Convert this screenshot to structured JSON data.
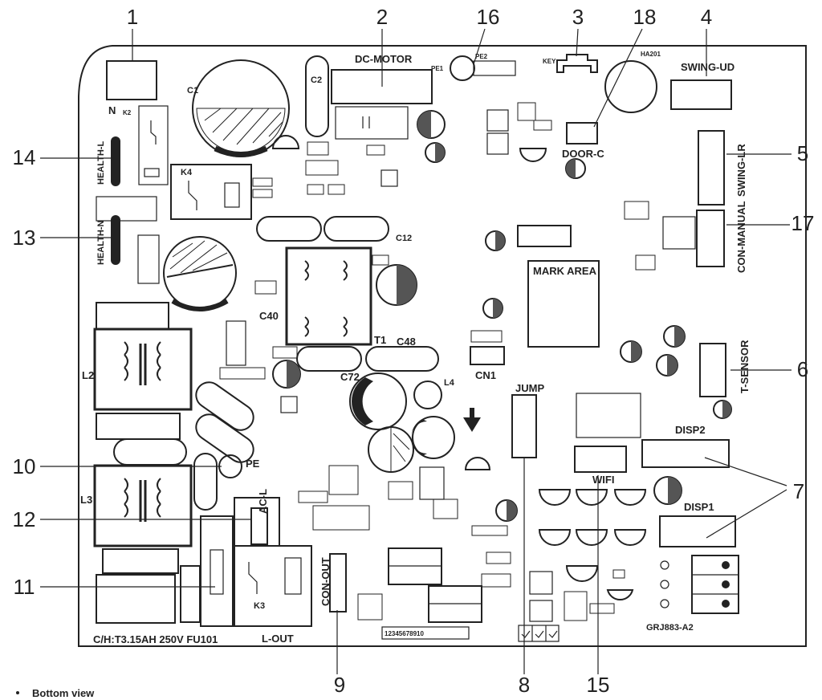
{
  "callouts": {
    "c1": "1",
    "c2": "2",
    "c3": "3",
    "c4": "4",
    "c5": "5",
    "c6": "6",
    "c7": "7",
    "c8": "8",
    "c9": "9",
    "c10": "10",
    "c11": "11",
    "c12": "12",
    "c13": "13",
    "c14": "14",
    "c15": "15",
    "c16": "16",
    "c17": "17",
    "c18": "18"
  },
  "board_labels": {
    "dc_motor": "DC-MOTOR",
    "swing_ud": "SWING-UD",
    "swing_lr": "SWING-LR",
    "con_manual": "CON-MANUAL",
    "t_sensor": "T-SENSOR",
    "disp1": "DISP1",
    "disp2": "DISP2",
    "wifi": "WIFI",
    "jump": "JUMP",
    "cn1": "CN1",
    "mark_area": "MARK AREA",
    "door_c": "DOOR-C",
    "health_l": "HEALTH-L",
    "health_n": "HEALTH-N",
    "n_terminal": "N",
    "pe": "PE",
    "ac_l": "AC-L",
    "con_out": "CON-OUT",
    "l_out": "L-OUT",
    "fuse_text": "C/H:T3.15AH  250V  FU101",
    "board_code": "GRJ883-A2",
    "key": "KEY",
    "ha201": "HA201",
    "t1": "T1",
    "c48": "C48",
    "c72": "C72",
    "c40": "C40",
    "c12": "C12",
    "l2": "L2",
    "l3": "L3",
    "k4": "K4",
    "k3": "K3",
    "c1": "C1",
    "c2": "C2",
    "l4": "L4",
    "pin_strip": "12345678910",
    "bottom_note": "Bottom view"
  }
}
